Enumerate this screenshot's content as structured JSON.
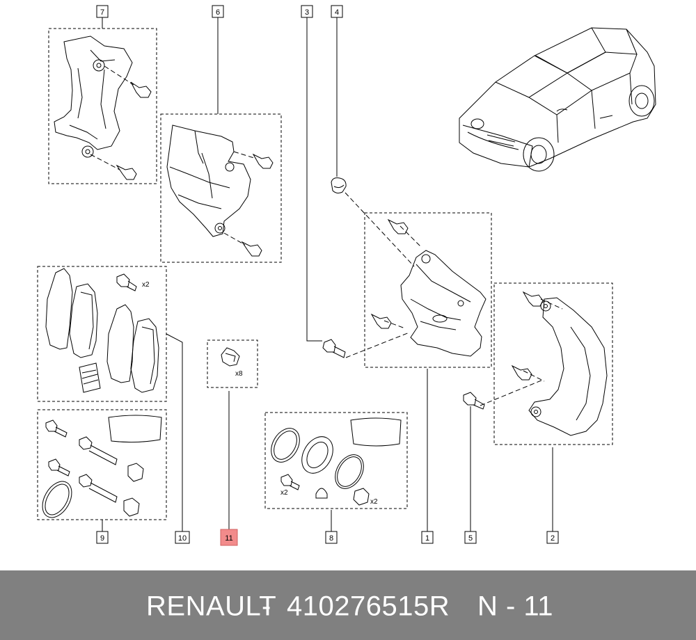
{
  "diagram": {
    "callouts": [
      {
        "id": "7",
        "label": "7",
        "highlight": false
      },
      {
        "id": "6",
        "label": "6",
        "highlight": false
      },
      {
        "id": "3",
        "label": "3",
        "highlight": false
      },
      {
        "id": "4",
        "label": "4",
        "highlight": false
      },
      {
        "id": "9",
        "label": "9",
        "highlight": false
      },
      {
        "id": "10",
        "label": "10",
        "highlight": false
      },
      {
        "id": "11",
        "label": "11",
        "highlight": true
      },
      {
        "id": "8",
        "label": "8",
        "highlight": false
      },
      {
        "id": "1",
        "label": "1",
        "highlight": false
      },
      {
        "id": "5",
        "label": "5",
        "highlight": false
      },
      {
        "id": "2",
        "label": "2",
        "highlight": false
      }
    ],
    "quantities": {
      "pads_bolts": "x2",
      "clips": "x8",
      "seal_bolts": "x2",
      "seal_caps": "x2"
    },
    "colors": {
      "highlight": "#f28b8b",
      "line": "#000000"
    }
  },
  "footer": {
    "brand": "RENAULT",
    "separator": "-",
    "part_number": "410276515R",
    "ref": "N - 11",
    "background": "#808080",
    "text_color": "#ffffff"
  }
}
